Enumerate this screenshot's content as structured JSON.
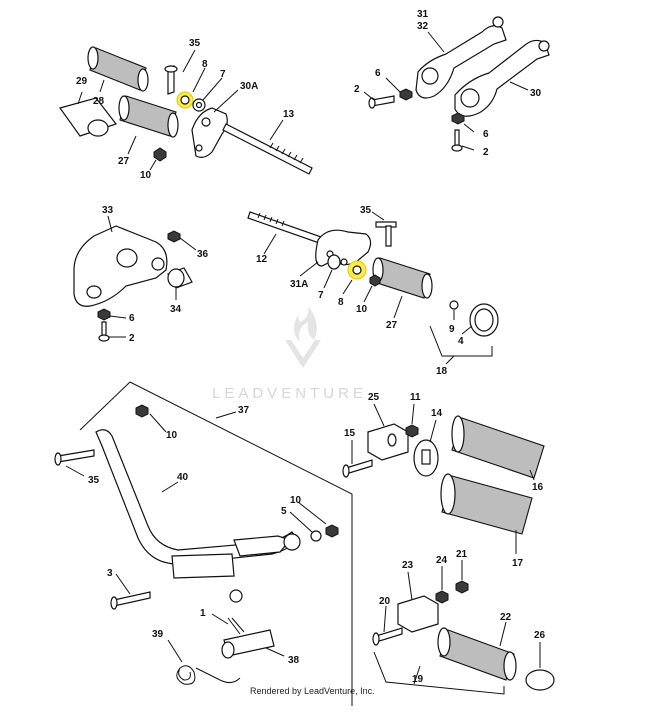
{
  "watermark": "LEADVENTURE",
  "credit": "Rendered by LeadVenture, Inc.",
  "colors": {
    "highlight": "#ffe94d",
    "line": "#111111",
    "watermark": "#d6d6d6"
  },
  "callouts": {
    "c35a": "35",
    "c8a": "8",
    "c7a": "7",
    "c30Aa": "30A",
    "c13": "13",
    "c29": "29",
    "c28": "28",
    "c27a": "27",
    "c10a": "10",
    "c31": "31",
    "c32": "32",
    "c6a": "6",
    "c2a": "2",
    "c30": "30",
    "c6b": "6",
    "c2b": "2",
    "c33": "33",
    "c36": "36",
    "c34": "34",
    "c6c": "6",
    "c2c": "2",
    "c35b": "35",
    "c12": "12",
    "c31A": "31A",
    "c7b": "7",
    "c8b": "8",
    "c10b": "10",
    "c27b": "27",
    "c9": "9",
    "c4": "4",
    "c18": "18",
    "c37": "37",
    "c10c": "10",
    "c35c": "35",
    "c40": "40",
    "c10d": "10",
    "c5": "5",
    "c3": "3",
    "c1": "1",
    "c39": "39",
    "c38": "38",
    "c25": "25",
    "c11": "11",
    "c14": "14",
    "c15": "15",
    "c16": "16",
    "c17": "17",
    "c23": "23",
    "c24": "24",
    "c21": "21",
    "c20": "20",
    "c22": "22",
    "c26": "26",
    "c19": "19"
  }
}
